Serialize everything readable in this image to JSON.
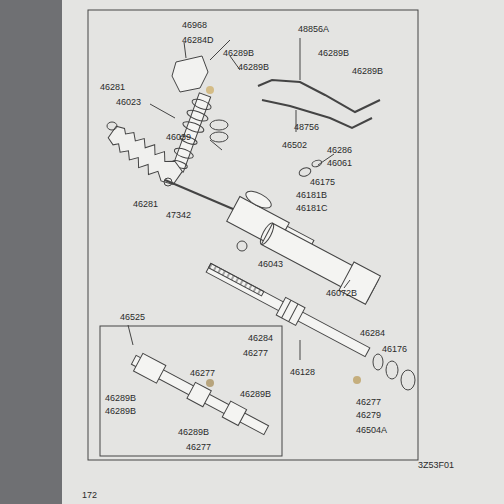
{
  "diagram": {
    "labels": [
      "46968",
      "46284D",
      "48856A",
      "46289B",
      "46289B",
      "46289B",
      "46289B",
      "46281",
      "46023",
      "48756",
      "46039",
      "46502",
      "46286",
      "46061",
      "46175",
      "46181B",
      "46181C",
      "46281",
      "47342",
      "46043",
      "46072B",
      "46525",
      "46284",
      "46284",
      "46176",
      "46277",
      "46128",
      "46277",
      "46279",
      "46504A",
      "46277",
      "46289B",
      "46289B",
      "46289B",
      "46289B",
      "46277",
      "3Z53F01",
      "172"
    ]
  }
}
